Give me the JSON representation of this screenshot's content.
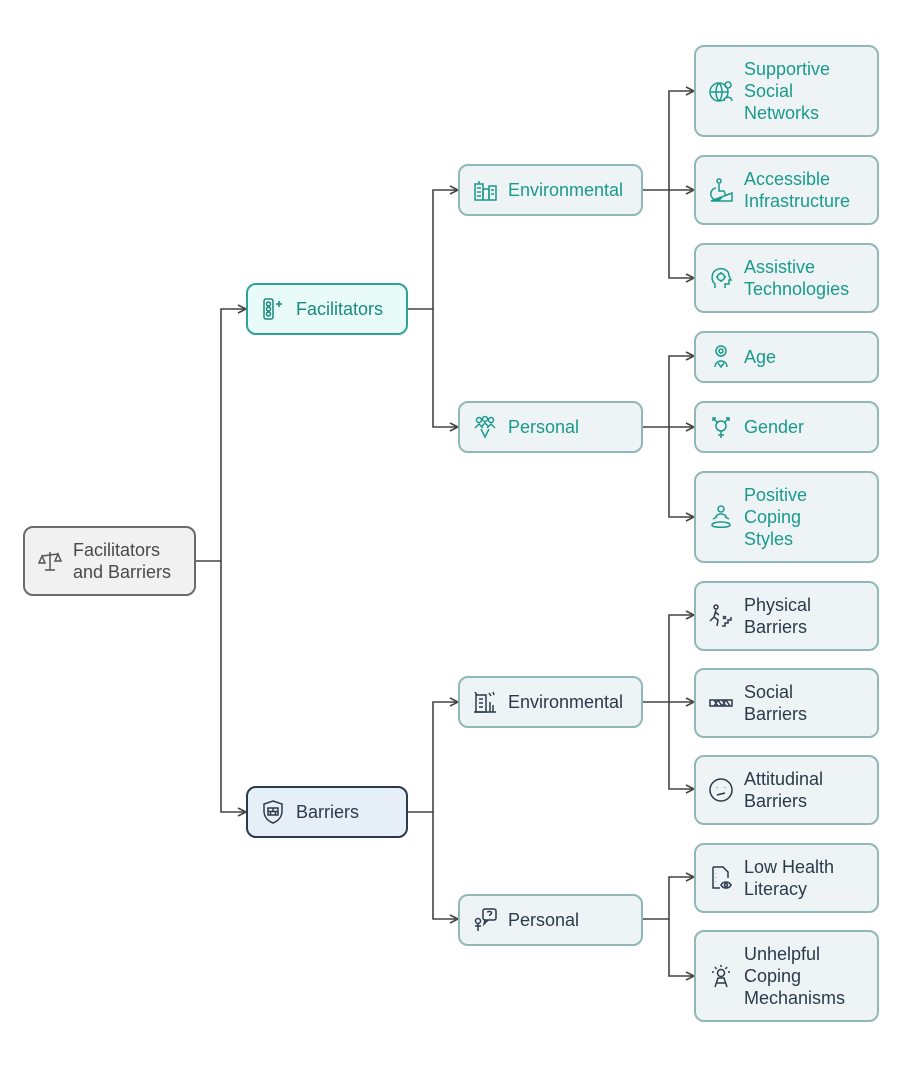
{
  "root": {
    "label": "Facilitators\nand Barriers",
    "icon": "balance-scale-icon"
  },
  "facilitators": {
    "label": "Facilitators",
    "icon": "traffic-light-plus-icon",
    "environmental": {
      "label": "Environmental",
      "icon": "buildings-icon",
      "items": [
        {
          "label": "Supportive\nSocial\nNetworks",
          "icon": "globe-network-icon"
        },
        {
          "label": "Accessible\nInfrastructure",
          "icon": "wheelchair-ramp-icon"
        },
        {
          "label": "Assistive\nTechnologies",
          "icon": "head-gear-icon"
        }
      ]
    },
    "personal": {
      "label": "Personal",
      "icon": "group-people-icon",
      "items": [
        {
          "label": "Age",
          "icon": "person-age-icon"
        },
        {
          "label": "Gender",
          "icon": "gender-symbol-icon"
        },
        {
          "label": "Positive\nCoping\nStyles",
          "icon": "meditation-icon"
        }
      ]
    }
  },
  "barriers": {
    "label": "Barriers",
    "icon": "shield-wall-icon",
    "environmental": {
      "label": "Environmental",
      "icon": "city-building-icon",
      "items": [
        {
          "label": "Physical\nBarriers",
          "icon": "person-stairs-icon"
        },
        {
          "label": "Social\nBarriers",
          "icon": "barrier-tape-icon"
        },
        {
          "label": "Attitudinal\nBarriers",
          "icon": "confused-face-icon"
        }
      ]
    },
    "personal": {
      "label": "Personal",
      "icon": "person-question-icon",
      "items": [
        {
          "label": "Low Health\nLiteracy",
          "icon": "document-eye-icon"
        },
        {
          "label": "Unhelpful\nCoping\nMechanisms",
          "icon": "stressed-person-icon"
        }
      ]
    }
  },
  "colors": {
    "teal": "#1a9a8c",
    "dark": "#2b3a4a",
    "line": "#444444"
  }
}
